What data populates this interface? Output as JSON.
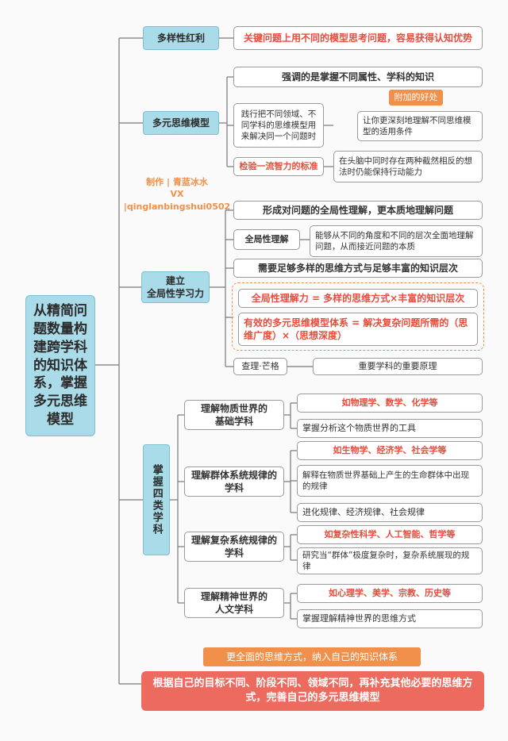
{
  "root": "从精简问题数量构建跨学科的知识体系，掌握多元思维模型",
  "credit": {
    "line1": "制作 | 青蓝冰水",
    "line2": "VX |qinglanbingshui0502"
  },
  "branch1": {
    "label": "多样性红利",
    "detail": "关键问题上用不同的模型思考问题，容易获得认知优势"
  },
  "branch2": {
    "label": "多元思维模型",
    "emphasis": "强调的是掌握不同属性、学科的知识",
    "practice": "践行把不同领域、不同学科的思维模型用来解决同一个问题时",
    "bonus_tag": "附加的好处",
    "bonus": "让你更深刻地理解不同思维模型的适用条件",
    "test_label": "检验一流智力的标准",
    "test": "在头脑中同时存在两种截然相反的想法时仍能保持行动能力"
  },
  "branch3": {
    "label": "建立\n全局性学习力",
    "item1": "形成对问题的全局性理解，更本质地理解问题",
    "sub_label": "全局性理解",
    "sub_detail": "能够从不同的角度和不同的层次全面地理解问题，从而接近问题的本质",
    "item2": "需要足够多样的思维方式与足够丰富的知识层次",
    "formula1": "全局性理解力 = 多样的思维方式×丰富的知识层次",
    "formula2": "有效的多元思维模型体系 = 解决复杂问题所需的（思维广度）×（思想深度）",
    "person": "查理·芒格",
    "person_detail": "重要学科的重要原理"
  },
  "branch4": {
    "label": "掌握四类学科",
    "groups": [
      {
        "name": "理解物质世界的\n基础学科",
        "examples": "如物理学、数学、化学等",
        "detail": "掌握分析这个物质世界的工具"
      },
      {
        "name": "理解群体系统规律的\n学科",
        "examples": "如生物学、经济学、社会学等",
        "detail": "解释在物质世界基础上产生的生命群体中出现的规律",
        "extra": "进化规律、经济规律、社会规律"
      },
      {
        "name": "理解复杂系统规律的\n学科",
        "examples": "如复杂性科学、人工智能、哲学等",
        "detail": "研究当“群体”极度复杂时，复杂系统展现的规律"
      },
      {
        "name": "理解精神世界的\n人文学科",
        "examples": "如心理学、美学、宗教、历史等",
        "detail": "掌握理解精神世界的思维方式"
      }
    ]
  },
  "branch5": {
    "tag": "更全面的思维方式，纳入自己的知识体系",
    "label": "根据自己的目标不同、阶段不同、领域不同，再补充其他必要的思维方式，完善自己的多元思维模型"
  },
  "colors": {
    "accent_blue": "#a9dbe8",
    "orange": "#f0904a",
    "red": "#e74c3c",
    "banner": "#ec6b5e"
  }
}
